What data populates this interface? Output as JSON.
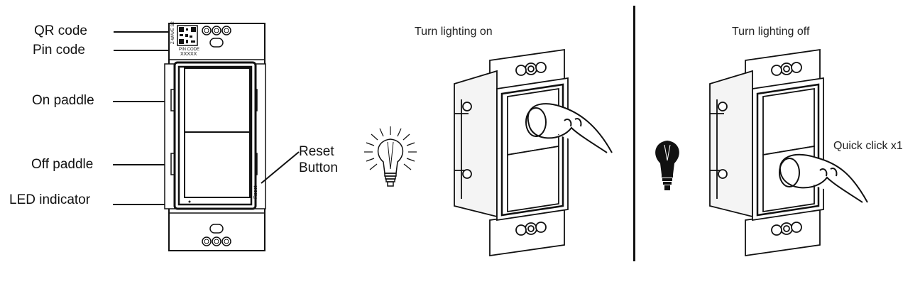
{
  "callouts": {
    "qr_code": "QR code",
    "pin_code": "Pin code",
    "on_paddle": "On paddle",
    "off_paddle": "Off paddle",
    "led_indicator": "LED indicator",
    "reset_button_line1": "Reset",
    "reset_button_line2": "Button"
  },
  "device_markings": {
    "brand": "Z-WAVE S2",
    "pin_caption": "PIN CODE",
    "pin_value": "XXXXX",
    "reset_text": "Reset"
  },
  "panels": {
    "on": {
      "title": "Turn lighting on"
    },
    "off": {
      "title": "Turn lighting off",
      "instruction": "Quick click x1"
    }
  },
  "icons": {
    "lit_bulb": "lightbulb-on-icon",
    "dark_bulb": "lightbulb-off-icon",
    "finger": "pointing-finger-icon",
    "screw": "screw-icon"
  }
}
